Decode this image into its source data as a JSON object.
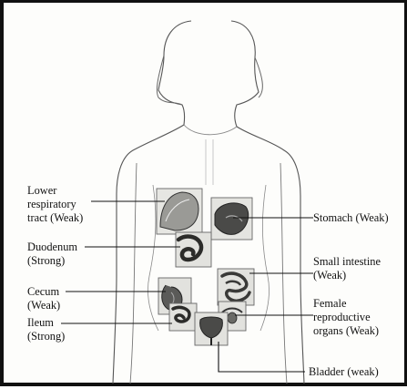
{
  "labels": {
    "lower_respiratory": [
      "Lower",
      "respiratory",
      "tract (Weak)"
    ],
    "duodenum": [
      "Duodenum",
      "(Strong)"
    ],
    "cecum": [
      "Cecum",
      "(Weak)"
    ],
    "ileum": [
      "Ileum",
      "(Strong)"
    ],
    "stomach": [
      "Stomach (Weak)"
    ],
    "small_intestine": [
      "Small intestine",
      "(Weak)"
    ],
    "female_reproductive": [
      "Female",
      "reproductive",
      "organs (Weak)"
    ],
    "bladder": [
      "Bladder (weak)"
    ]
  }
}
